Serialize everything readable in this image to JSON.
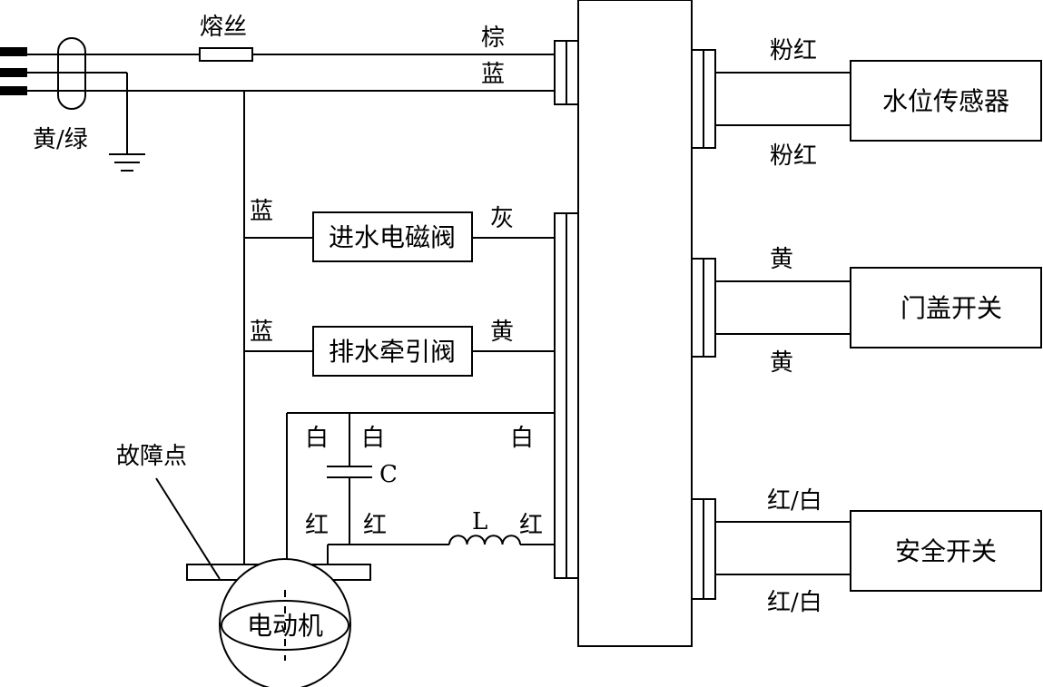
{
  "diagram": {
    "fuse_label": "熔丝",
    "ground_wire_label": "黄/绿",
    "wire_brown": "棕",
    "wire_blue_top": "蓝",
    "wire_blue_inlet": "蓝",
    "wire_blue_drain": "蓝",
    "wire_gray": "灰",
    "wire_yellow_drain": "黄",
    "wire_white_1": "白",
    "wire_white_2": "白",
    "wire_white_3": "白",
    "wire_red_1": "红",
    "wire_red_2": "红",
    "wire_red_3": "红",
    "capacitor_label": "C",
    "inductor_label": "L",
    "fault_point_label": "故障点",
    "motor_label": "电动机",
    "inlet_valve_label": "进水电磁阀",
    "drain_valve_label": "排水牵引阀",
    "water_sensor_label": "水位传感器",
    "sensor_wire_top": "粉红",
    "sensor_wire_bottom": "粉红",
    "door_switch_label": "门盖开关",
    "door_wire_top": "黄",
    "door_wire_bottom": "黄",
    "safety_switch_label": "安全开关",
    "safety_wire_top": "红/白",
    "safety_wire_bottom": "红/白"
  }
}
